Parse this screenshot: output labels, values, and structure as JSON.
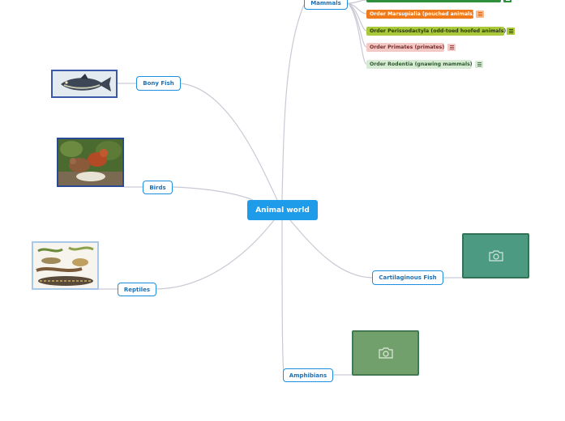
{
  "map": {
    "central_label": "Animal world",
    "branches": {
      "mammals": "Mammals",
      "bony_fish": "Bony Fish",
      "birds": "Birds",
      "reptiles": "Reptiles",
      "cartilaginous_fish": "Cartilaginous Fish",
      "amphibians": "Amphibians"
    },
    "mammal_orders": [
      {
        "label": "Order Marsupialia (pouched animals)",
        "color": "#f07a1a",
        "text_color": "#ffffff"
      },
      {
        "label": "Order Perissodactyla (odd-toed hoofed animals)",
        "color": "#a9c83a",
        "text_color": "#2d3a0a"
      },
      {
        "label": "Order Primates (primates)",
        "color": "#f2c9c5",
        "text_color": "#7a2a2a"
      },
      {
        "label": "Order Rodentia (gnawing mammals)",
        "color": "#d6ead4",
        "text_color": "#2e5a2e"
      }
    ]
  },
  "colors": {
    "central": "#1e9be9",
    "branch_border": "#1e8fe0",
    "link": "#c9c9d6",
    "placeholder_shark": "#4c9a82",
    "placeholder_amphibian": "#72a06c"
  },
  "icons": [
    "camera-icon",
    "notes-icon"
  ]
}
